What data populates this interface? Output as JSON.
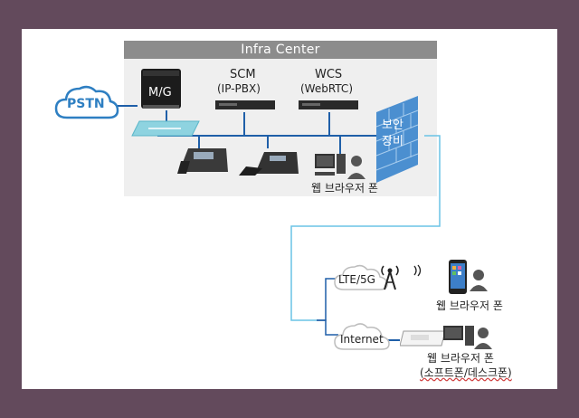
{
  "infra_center": {
    "title": "Infra Center"
  },
  "pstn": {
    "label": "PSTN"
  },
  "mg": {
    "label": "M/G"
  },
  "scm": {
    "name": "SCM",
    "sub": "(IP-PBX)"
  },
  "wcs": {
    "name": "WCS",
    "sub": "(WebRTC)"
  },
  "firewall": {
    "label_line1": "보안",
    "label_line2": "장비"
  },
  "web_browser_phone_pc": {
    "label": "웹 브라우저 폰"
  },
  "lte": {
    "label": "LTE/5G"
  },
  "internet": {
    "label": "Internet"
  },
  "mobile_user": {
    "label": "웹 브라우저 폰"
  },
  "desktop_user": {
    "label_line1": "웹 브라우저 폰",
    "label_line2": "(소프트폰/데스크폰)"
  },
  "colors": {
    "background": "#634a5c",
    "header_gray": "#8c8c8c",
    "link_blue": "#1f5fa8",
    "pstn_blue": "#2e7fc2",
    "wall_blue": "#4b8fd0",
    "switch_teal": "#8ed3e0"
  }
}
